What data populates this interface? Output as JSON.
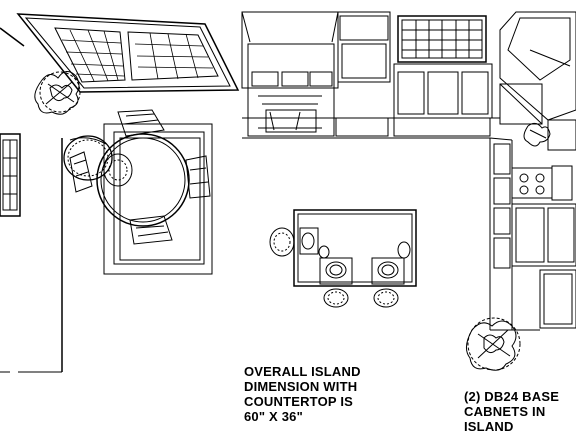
{
  "notes": {
    "island_dimension": [
      "OVERALL ISLAND",
      "DIMENSION WITH",
      "COUNTERTOP IS",
      "60\" X 36\""
    ],
    "base_cabinets": [
      "(2) DB24 BASE",
      "CABNETS IN",
      "ISLAND"
    ]
  },
  "colors": {
    "line": "#000000",
    "background": "#ffffff"
  },
  "icons": [
    "plant-icon",
    "chair-icon",
    "stool-icon",
    "sink-icon",
    "range-icon",
    "window-icon"
  ]
}
